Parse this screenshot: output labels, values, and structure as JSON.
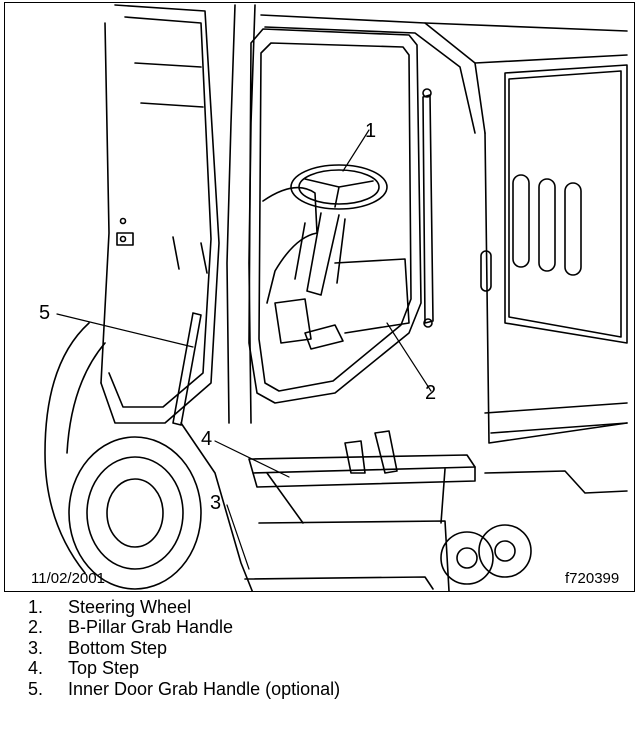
{
  "figure": {
    "date_stamp": "11/02/2001",
    "figure_id": "f720399",
    "callouts": [
      "1",
      "2",
      "3",
      "4",
      "5"
    ]
  },
  "legend": [
    {
      "num": "1.",
      "label": "Steering Wheel"
    },
    {
      "num": "2.",
      "label": "B-Pillar Grab Handle"
    },
    {
      "num": "3.",
      "label": "Bottom Step"
    },
    {
      "num": "4.",
      "label": "Top Step"
    },
    {
      "num": "5.",
      "label": "Inner Door Grab Handle (optional)"
    }
  ]
}
